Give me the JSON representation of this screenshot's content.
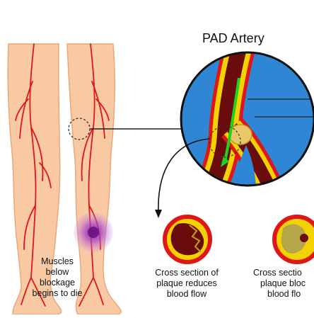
{
  "title": "PAD Artery",
  "callouts": {
    "muscles": [
      "Muscles",
      "below",
      "blockage",
      "begins to die"
    ],
    "cross_section_1": [
      "Cross section of",
      "plaque reduces",
      "blood flow"
    ],
    "cross_section_2": [
      "Cross sectio",
      "plaque bloc",
      "blood flo"
    ]
  },
  "colors": {
    "skin": "#f8c9a3",
    "skin_outline": "#e9a77d",
    "artery": "#e01616",
    "lumen_bg": "#2f86d4",
    "ring_dark": "#111111",
    "plaque": "#f2d200",
    "blood": "#6b0c0c",
    "flow_arrow": "#1ed21e",
    "ischemia": "#a63fcf"
  }
}
